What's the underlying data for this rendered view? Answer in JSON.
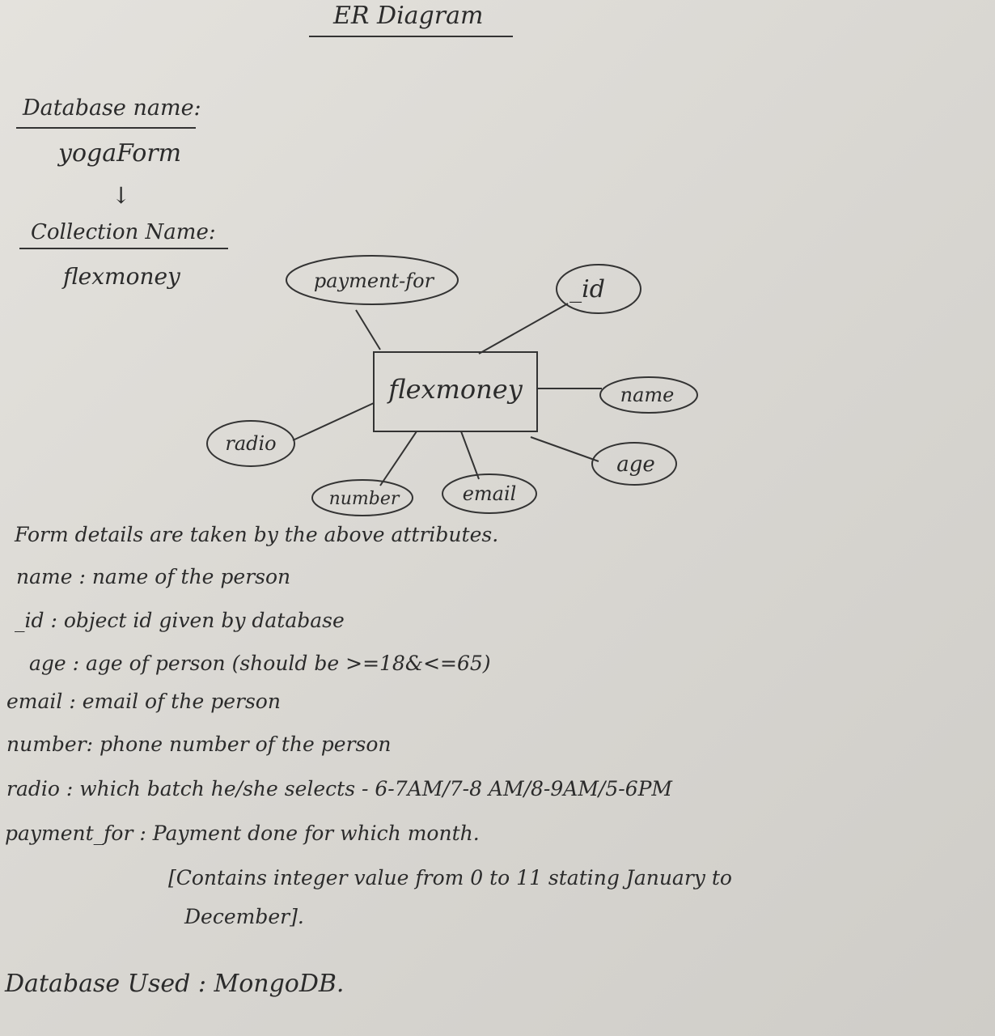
{
  "title": "ER Diagram",
  "database_label": "Database name:",
  "database_name": "yogaForm",
  "arrow": "↓",
  "collection_label": "Collection Name:",
  "collection_name": "flexmoney",
  "er": {
    "entity": "flexmoney",
    "attributes": {
      "payment_for": "payment-for",
      "id": "_id",
      "name": "name",
      "age": "age",
      "email": "email",
      "number": "number",
      "radio": "radio"
    }
  },
  "notes": {
    "intro": "Form details are taken by the above attributes.",
    "name": "name : name of the person",
    "id": "_id : object id given by database",
    "age": "age : age of person (should be >=18&<=65)",
    "email": "email : email of the person",
    "number": "number: phone number of the person",
    "radio": "radio : which batch he/she selects - 6-7AM/7-8 AM/8-9AM/5-6PM",
    "payment": "payment_for : Payment done for which month.",
    "payment_detail_1": "[Contains integer value from 0 to 11 stating January to",
    "payment_detail_2": "December]."
  },
  "footer": "Database Used : MongoDB."
}
